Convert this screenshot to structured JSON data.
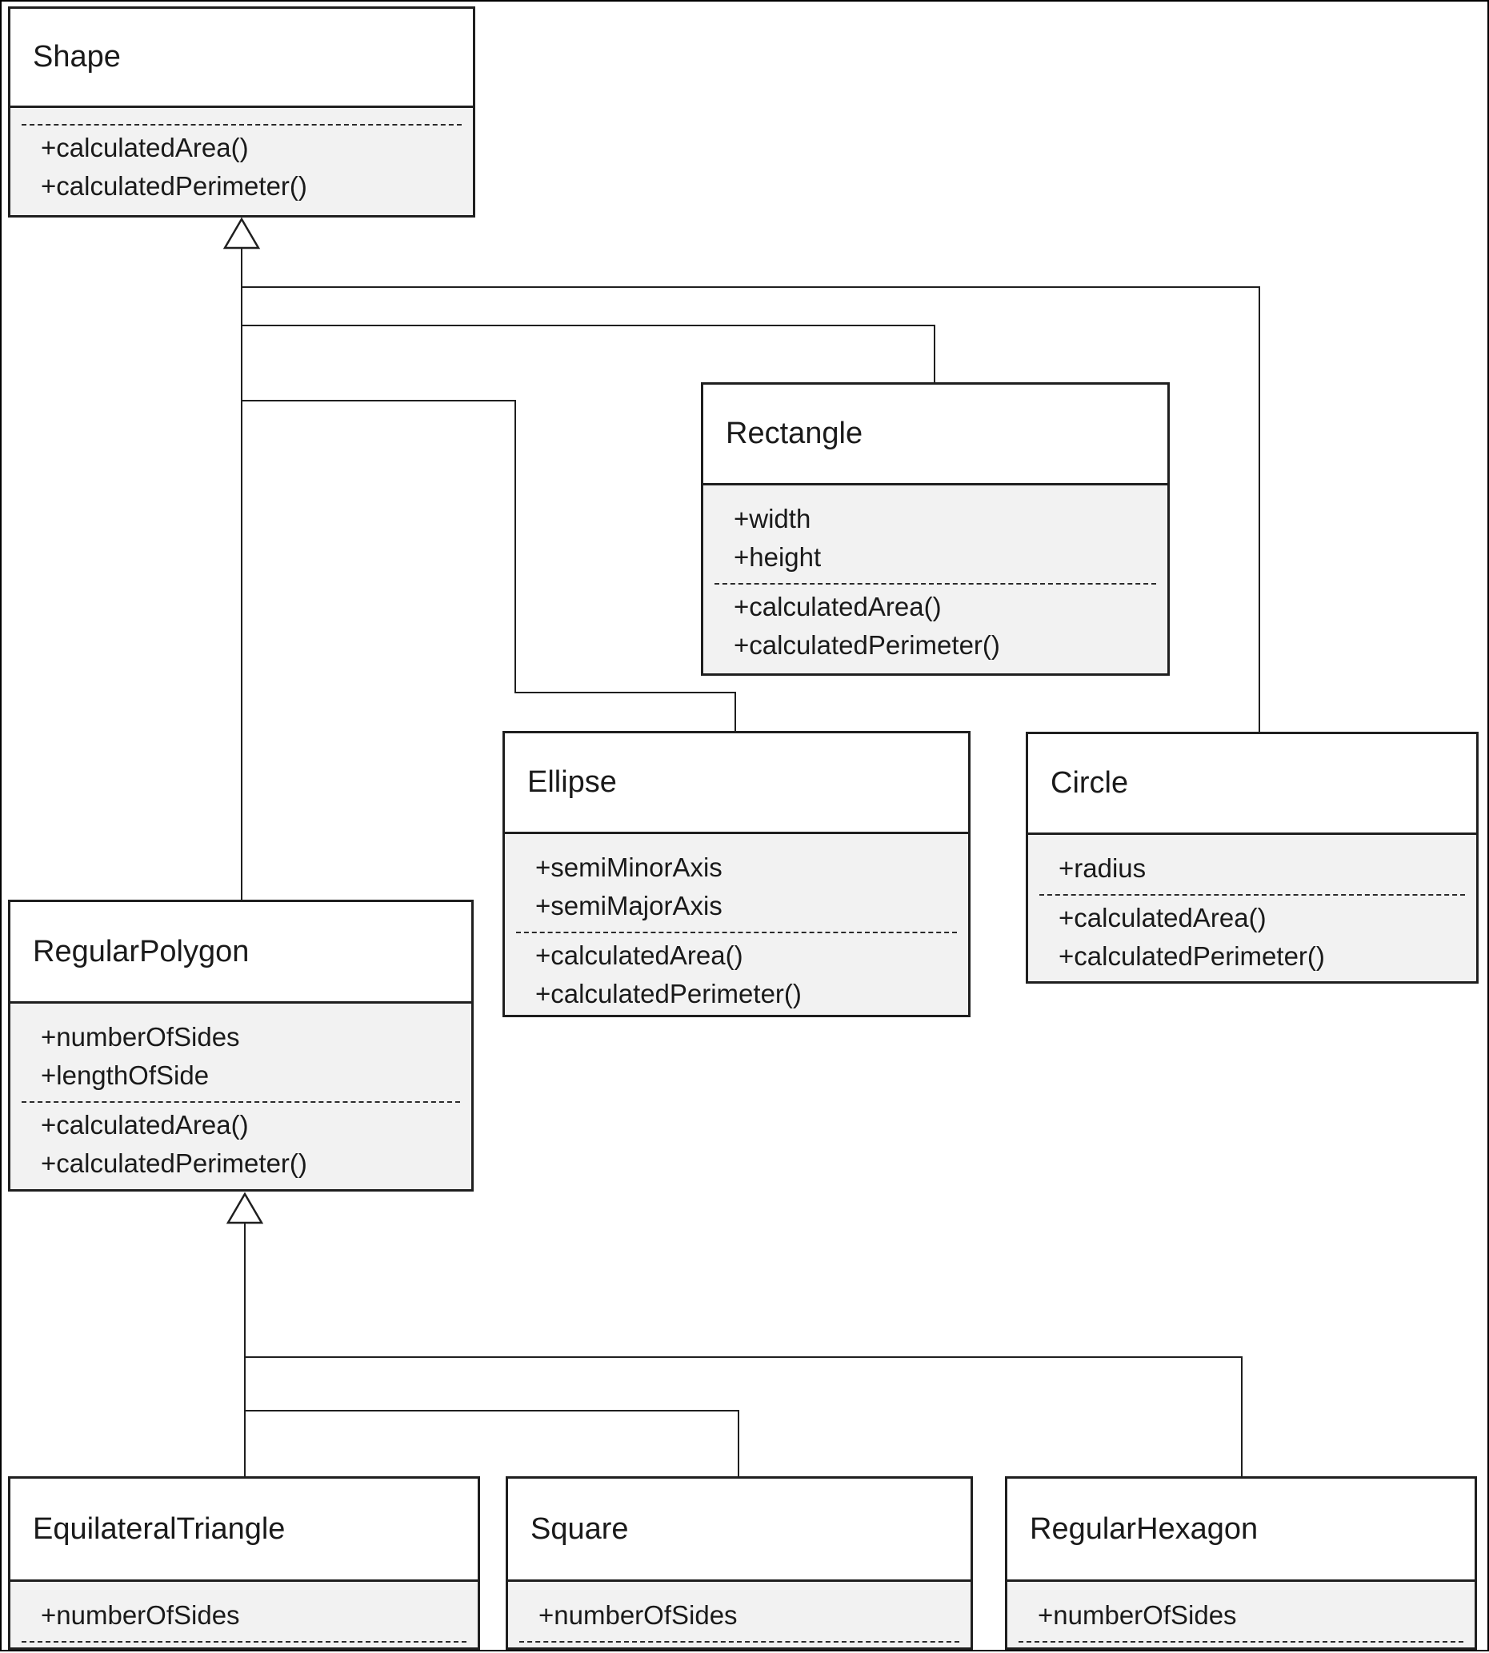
{
  "diagram_type": "UML class diagram",
  "classes": [
    {
      "name": "Shape",
      "attributes": [],
      "methods": [
        "+calculatedArea()",
        "+calculatedPerimeter()"
      ]
    },
    {
      "name": "Rectangle",
      "attributes": [
        "+width",
        "+height"
      ],
      "methods": [
        "+calculatedArea()",
        "+calculatedPerimeter()"
      ]
    },
    {
      "name": "Ellipse",
      "attributes": [
        "+semiMinorAxis",
        "+semiMajorAxis"
      ],
      "methods": [
        "+calculatedArea()",
        "+calculatedPerimeter()"
      ]
    },
    {
      "name": "Circle",
      "attributes": [
        "+radius"
      ],
      "methods": [
        "+calculatedArea()",
        "+calculatedPerimeter()"
      ]
    },
    {
      "name": "RegularPolygon",
      "attributes": [
        "+numberOfSides",
        "+lengthOfSide"
      ],
      "methods": [
        "+calculatedArea()",
        "+calculatedPerimeter()"
      ]
    },
    {
      "name": "EquilateralTriangle",
      "attributes": [
        "+numberOfSides"
      ],
      "methods": []
    },
    {
      "name": "Square",
      "attributes": [
        "+numberOfSides"
      ],
      "methods": []
    },
    {
      "name": "RegularHexagon",
      "attributes": [
        "+numberOfSides"
      ],
      "methods": []
    }
  ],
  "inheritance": [
    {
      "parent": "Shape",
      "children": [
        "Rectangle",
        "Ellipse",
        "Circle",
        "RegularPolygon"
      ]
    },
    {
      "parent": "RegularPolygon",
      "children": [
        "EquilateralTriangle",
        "Square",
        "RegularHexagon"
      ]
    }
  ],
  "colors": {
    "background": "#ffffff",
    "title_fill": "#ffffff",
    "compartment_fill": "#f2f2f2",
    "line": "#1f1f1f",
    "text": "#1a1a1a"
  }
}
